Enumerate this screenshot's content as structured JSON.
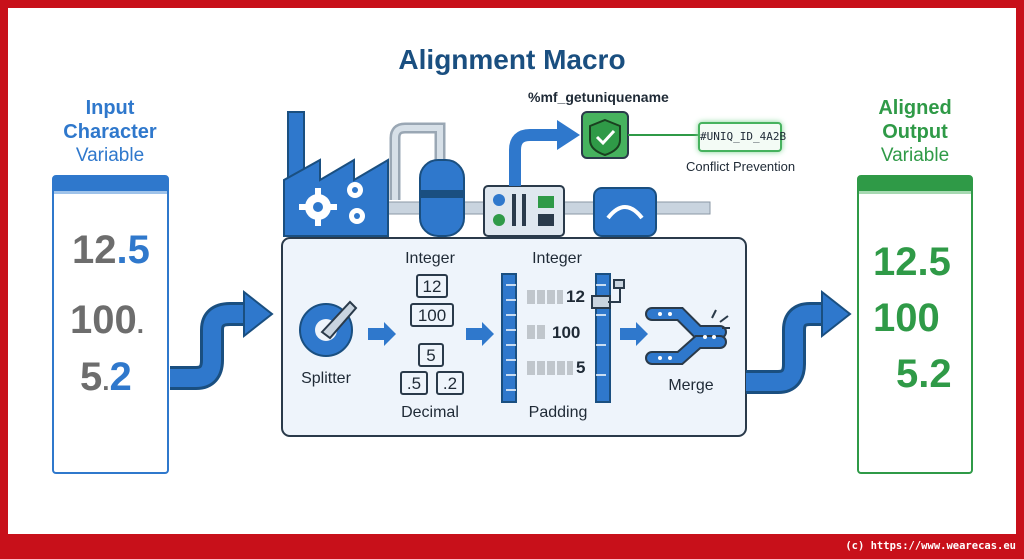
{
  "title": "Alignment Macro",
  "input": {
    "heading_line1": "Input",
    "heading_line2": "Character",
    "sub": "Variable",
    "values": [
      {
        "int": "12",
        "dec": "5"
      },
      {
        "int": "100",
        "dec": ""
      },
      {
        "int": "5",
        "dec": "2"
      }
    ]
  },
  "output": {
    "heading_line1": "Aligned",
    "heading_line2": "Output",
    "sub": "Variable",
    "values": [
      "12.5",
      "100",
      "5.2"
    ]
  },
  "macro": {
    "function_name": "%mf_getuniquename",
    "unique_id": "#UNIQ_ID_4A2B",
    "conflict_label": "Conflict Prevention"
  },
  "stages": {
    "splitter_label": "Splitter",
    "integer_label": "Integer",
    "integer_chips": [
      "12",
      "100"
    ],
    "decimal_label": "Decimal",
    "decimal_chips": [
      "5",
      ".5",
      ".2"
    ],
    "padding_top_label": "Integer",
    "padding_label": "Padding",
    "padding_values": [
      "12",
      "100",
      "5"
    ],
    "merge_label": "Merge"
  },
  "credit": "(c) https://www.wearecas.eu",
  "colors": {
    "frame": "#c8101a",
    "blue": "#2f78cc",
    "navy": "#1a4f80",
    "green": "#2f9a47",
    "panel": "#eef4fb"
  }
}
